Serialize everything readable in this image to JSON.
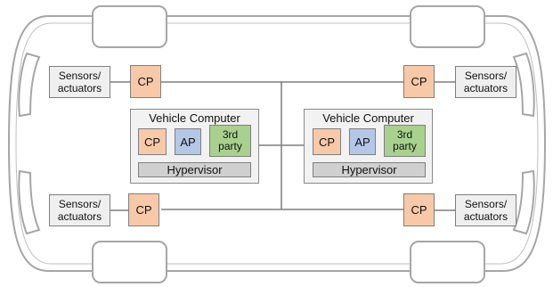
{
  "sensors": {
    "top_left": "Sensors/\nactuators",
    "top_right": "Sensors/\nactuators",
    "bottom_left": "Sensors/\nactuators",
    "bottom_right": "Sensors/\nactuators"
  },
  "cp_nodes": {
    "top_left": "CP",
    "top_right": "CP",
    "bottom_left": "CP",
    "bottom_right": "CP"
  },
  "vehicle_computers": [
    {
      "title": "Vehicle Computer",
      "cp": "CP",
      "ap": "AP",
      "third_party": "3rd\nparty",
      "hypervisor": "Hypervisor"
    },
    {
      "title": "Vehicle Computer",
      "cp": "CP",
      "ap": "AP",
      "third_party": "3rd\nparty",
      "hypervisor": "Hypervisor"
    }
  ],
  "colors": {
    "cp": "#f8c9a9",
    "ap": "#b4c7e7",
    "third_party": "#a9d18e",
    "hypervisor": "#d0d0d0",
    "sensor": "#efefef",
    "car_outline": "#a6a6a6"
  }
}
